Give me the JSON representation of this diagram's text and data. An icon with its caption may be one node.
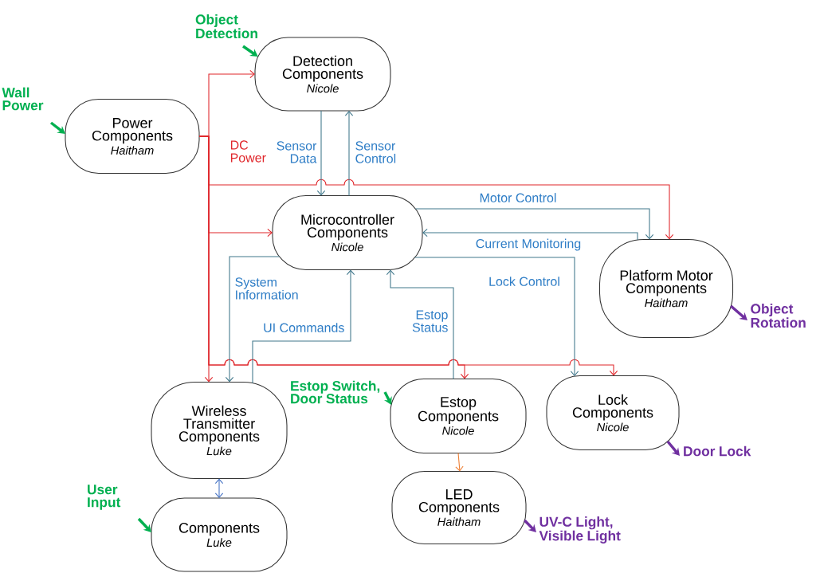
{
  "diagram": {
    "nodes": [
      {
        "text": [
          "Object Detection"
        ]
      },
      {
        "text": [
          "Detection Components",
          "Nicole"
        ]
      },
      {
        "text": [
          "Wall Power"
        ]
      },
      {
        "text": [
          "Power Components",
          "Haitham"
        ]
      },
      {
        "text": [
          "Microcontroller Components",
          "Nicole"
        ]
      },
      {
        "text": [
          "Platform Motor Components",
          "Haitham"
        ]
      },
      {
        "text": [
          "Object Rotation"
        ]
      },
      {
        "text": [
          "Wireless Transmitter Components",
          "Luke"
        ]
      },
      {
        "text": [
          "Estop Switch, Door Status"
        ]
      },
      {
        "text": [
          "Estop Components",
          "Nicole"
        ]
      },
      {
        "text": [
          "Lock Components",
          "Nicole"
        ]
      },
      {
        "text": [
          "Door Lock"
        ]
      },
      {
        "text": [
          "User Input"
        ]
      },
      {
        "text": [
          "Components",
          "Luke"
        ]
      },
      {
        "text": [
          "LED Components",
          "Haitham"
        ]
      },
      {
        "text": [
          "UV-C Light, Visible Light"
        ]
      }
    ],
    "edges": [
      {
        "from": 0,
        "to": 1,
        "arrow": "to",
        "style": "thick",
        "color": "#00b050"
      },
      {
        "from": 2,
        "to": 3,
        "arrow": "to",
        "style": "thick",
        "color": "#00b050"
      },
      {
        "from": 3,
        "to": 1,
        "arrow": "to",
        "color": "#e0262b"
      },
      {
        "from": 3,
        "to": 4,
        "arrow": "to",
        "color": "#e0262b"
      },
      {
        "from": 3,
        "to": 5,
        "arrow": "to",
        "color": "#e0262b"
      },
      {
        "from": 3,
        "to": 7,
        "arrow": "to",
        "color": "#e0262b"
      },
      {
        "from": 3,
        "to": 9,
        "arrow": "to",
        "color": "#e0262b"
      },
      {
        "from": 3,
        "to": 10,
        "arrow": "to",
        "color": "#e0262b"
      },
      {
        "from": 1,
        "to": 4,
        "arrow": "to",
        "label": "Sensor Data"
      },
      {
        "from": 4,
        "to": 1,
        "arrow": "to",
        "label": "Sensor Control"
      },
      {
        "from": 4,
        "to": 5,
        "arrow": "to",
        "label": "Motor Control"
      },
      {
        "from": 5,
        "to": 4,
        "arrow": "to",
        "label": "Current Monitoring"
      },
      {
        "from": 4,
        "to": 7,
        "arrow": "to",
        "label": "System Information"
      },
      {
        "from": 7,
        "to": 4,
        "arrow": "to",
        "label": "UI Commands"
      },
      {
        "from": 9,
        "to": 4,
        "arrow": "to",
        "label": "Estop Status"
      },
      {
        "from": 4,
        "to": 10,
        "arrow": "to",
        "label": "Lock Control"
      },
      {
        "from": 7,
        "to": 13,
        "arrow": "both",
        "color": "#4472c4"
      },
      {
        "from": 9,
        "to": 14,
        "arrow": "to",
        "color": "#ed7d31"
      },
      {
        "from": 5,
        "to": 6,
        "arrow": "to",
        "style": "thick",
        "color": "#7030a0"
      },
      {
        "from": 8,
        "to": 9,
        "arrow": "to",
        "style": "thick",
        "color": "#00b050"
      },
      {
        "from": 10,
        "to": 11,
        "arrow": "to",
        "style": "thick",
        "color": "#7030a0"
      },
      {
        "from": 12,
        "to": 13,
        "arrow": "to",
        "style": "thick",
        "color": "#00b050"
      },
      {
        "from": 14,
        "to": 15,
        "arrow": "to",
        "style": "thick",
        "color": "#7030a0"
      }
    ],
    "labels": [
      "DC Power"
    ]
  }
}
